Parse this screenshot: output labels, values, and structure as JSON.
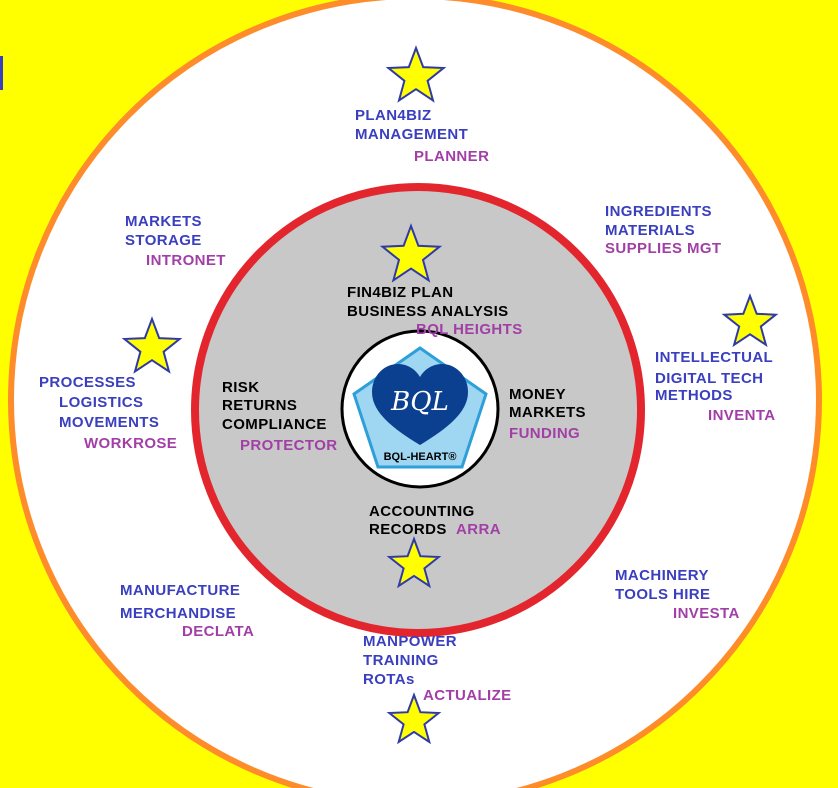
{
  "colors": {
    "background": "#ffff00",
    "outer_ring": "#ff8c2a",
    "inner_ring": "#e3262d",
    "inner_disc": "#c8c8c8",
    "center_ring": "#000000",
    "pentagon_fill": "#9fd6f2",
    "pentagon_stroke": "#2e9fd8",
    "heart": "#0b3f8f",
    "star_fill": "#ffff00",
    "star_stroke": "#2f3aa8",
    "label_blue": "#3a3fbf",
    "label_purple": "#a23fa6"
  },
  "center": {
    "logo_text": "BQL",
    "caption": "BQL-HEART®"
  },
  "inner": {
    "top": {
      "line1": "FIN4BIZ PLAN",
      "line2": "BUSINESS ANALYSIS",
      "sub": "BQL HEIGHTS"
    },
    "left": {
      "line1": "RISK",
      "line2": "RETURNS",
      "line3": "COMPLIANCE",
      "sub": "PROTECTOR"
    },
    "right": {
      "line1": "MONEY",
      "line2": "MARKETS",
      "sub": "FUNDING"
    },
    "bottom": {
      "line1": "ACCOUNTING",
      "line2": "RECORDS",
      "sub": "ARRA"
    }
  },
  "outer": {
    "top": {
      "line1": "PLAN4BIZ",
      "line2": "MANAGEMENT",
      "sub": "PLANNER"
    },
    "top_left": {
      "line1": "MARKETS",
      "line2": "STORAGE",
      "sub": "INTRONET"
    },
    "top_right": {
      "line1": "INGREDIENTS",
      "line2": "MATERIALS",
      "sub": "SUPPLIES MGT"
    },
    "left": {
      "line1": "PROCESSES",
      "line2": "LOGISTICS",
      "line3": "MOVEMENTS",
      "sub": "WORKROSE"
    },
    "right": {
      "line1": "INTELLECTUAL",
      "line2": "DIGITAL TECH",
      "line3": "METHODS",
      "sub": "INVENTA"
    },
    "bottom_left": {
      "line1": "MANUFACTURE",
      "line2": "MERCHANDISE",
      "sub": "DECLATA"
    },
    "bottom_right": {
      "line1": "MACHINERY",
      "line2": "TOOLS HIRE",
      "sub": "INVESTA"
    },
    "bottom": {
      "line1": "MANPOWER",
      "line2": "TRAINING",
      "line3": "ROTAs",
      "sub": "ACTUALIZE"
    }
  }
}
